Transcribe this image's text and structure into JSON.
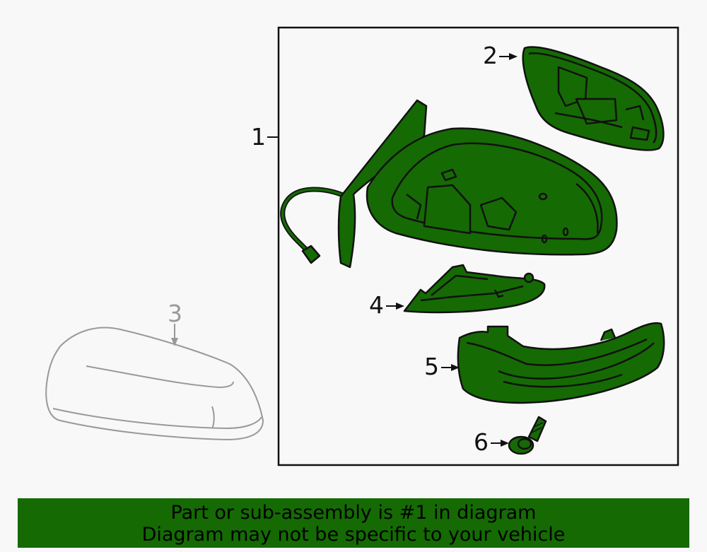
{
  "diagram": {
    "callouts": {
      "c1": "1",
      "c2": "2",
      "c3": "3",
      "c4": "4",
      "c5": "5",
      "c6": "6"
    },
    "colors": {
      "part_fill": "#156a04",
      "outline": "#111111",
      "ghost": "#999999",
      "background": "#f8f8f8"
    }
  },
  "banner": {
    "line1": "Part or sub-assembly is #1 in diagram",
    "line2": "Diagram may not be specific to your vehicle"
  }
}
